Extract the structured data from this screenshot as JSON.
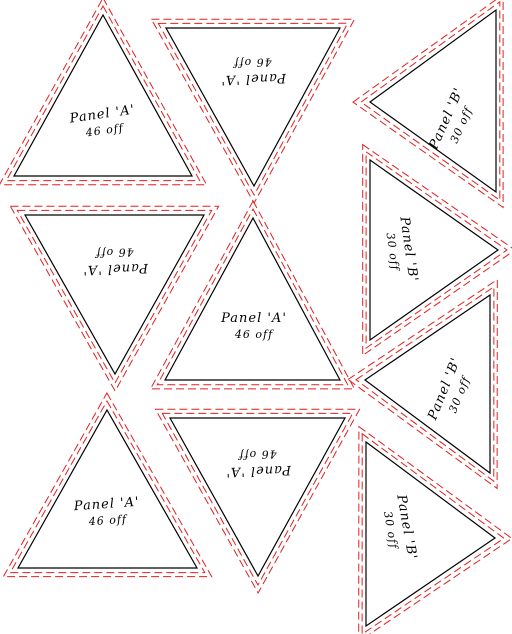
{
  "drawing": {
    "background": "#ffffff",
    "outline_color": "#000000",
    "cut_line_color": "#e02020",
    "panels": [
      {
        "id": "a1",
        "name": "Panel 'A'",
        "qty": "46 off",
        "type": "A"
      },
      {
        "id": "a2",
        "name": "Panel 'A'",
        "qty": "46 off",
        "type": "A"
      },
      {
        "id": "a3",
        "name": "Panel 'A'",
        "qty": "46 off",
        "type": "A"
      },
      {
        "id": "a4",
        "name": "Panel 'A'",
        "qty": "46 off",
        "type": "A"
      },
      {
        "id": "a5",
        "name": "Panel 'A'",
        "qty": "46 off",
        "type": "A"
      },
      {
        "id": "a6",
        "name": "Panel 'A'",
        "qty": "46 off",
        "type": "A"
      },
      {
        "id": "b1",
        "name": "Panel 'B'",
        "qty": "30 off",
        "type": "B"
      },
      {
        "id": "b2",
        "name": "Panel 'B'",
        "qty": "30 off",
        "type": "B"
      },
      {
        "id": "b3",
        "name": "Panel 'B'",
        "qty": "30 off",
        "type": "B"
      },
      {
        "id": "b4",
        "name": "Panel 'B'",
        "qty": "30 off",
        "type": "B"
      }
    ]
  }
}
